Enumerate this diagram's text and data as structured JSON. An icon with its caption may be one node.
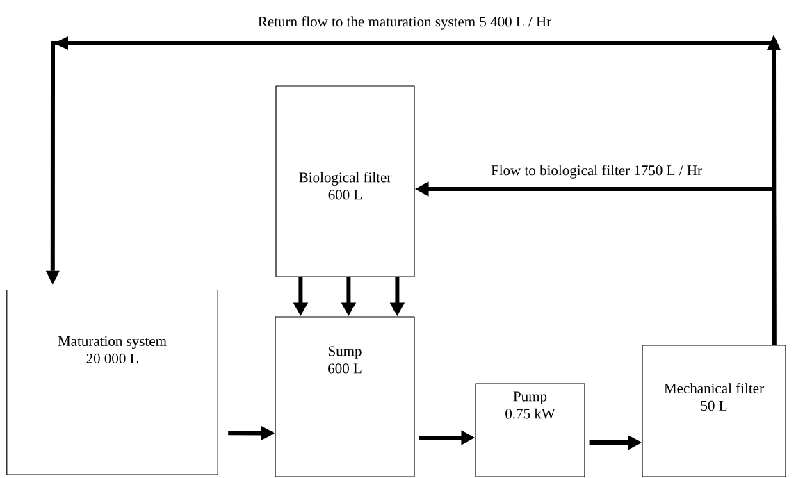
{
  "diagram": {
    "nodes": [
      {
        "text": [
          "Maturation system",
          "20 000 L"
        ]
      },
      {
        "text": [
          "Biological filter",
          "600 L"
        ]
      },
      {
        "text": [
          "Sump",
          "600 L"
        ]
      },
      {
        "text": [
          "Pump",
          "0.75 kW"
        ]
      },
      {
        "text": [
          "Mechanical filter",
          "50 L"
        ]
      }
    ],
    "edges": [
      {
        "from": 0,
        "to": 2,
        "arrow": "to"
      },
      {
        "from": 1,
        "to": 2,
        "arrow": "to"
      },
      {
        "from": 1,
        "to": 2,
        "arrow": "to"
      },
      {
        "from": 1,
        "to": 2,
        "arrow": "to"
      },
      {
        "from": 2,
        "to": 3,
        "arrow": "to"
      },
      {
        "from": 3,
        "to": 4,
        "arrow": "to"
      },
      {
        "from": 4,
        "to": 1,
        "arrow": "to",
        "label": "Flow to biological filter 1750 L / Hr"
      },
      {
        "from": 4,
        "to": 0,
        "arrow": "to",
        "label": "Return flow to the maturation system 5 400 L / Hr"
      }
    ]
  }
}
